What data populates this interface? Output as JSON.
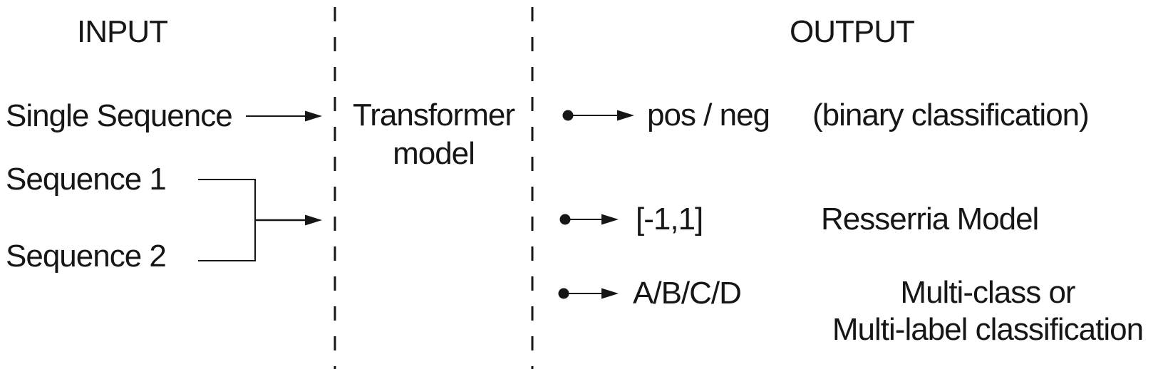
{
  "colors": {
    "ink": "#161616",
    "background": "#ffffff"
  },
  "input_section": {
    "header": "INPUT",
    "single_sequence": "Single Sequence",
    "sequence_1": "Sequence 1",
    "sequence_2": "Sequence 2"
  },
  "model_section": {
    "line1": "Transformer",
    "line2": "model"
  },
  "output_section": {
    "header": "OUTPUT",
    "items": [
      {
        "value": "pos / neg",
        "description": "(binary classification)"
      },
      {
        "value": "[-1,1]",
        "description": "Resserria Model"
      },
      {
        "value": "A/B/C/D",
        "description_line1": "Multi-class or",
        "description_line2": "Multi-label classification"
      }
    ]
  }
}
